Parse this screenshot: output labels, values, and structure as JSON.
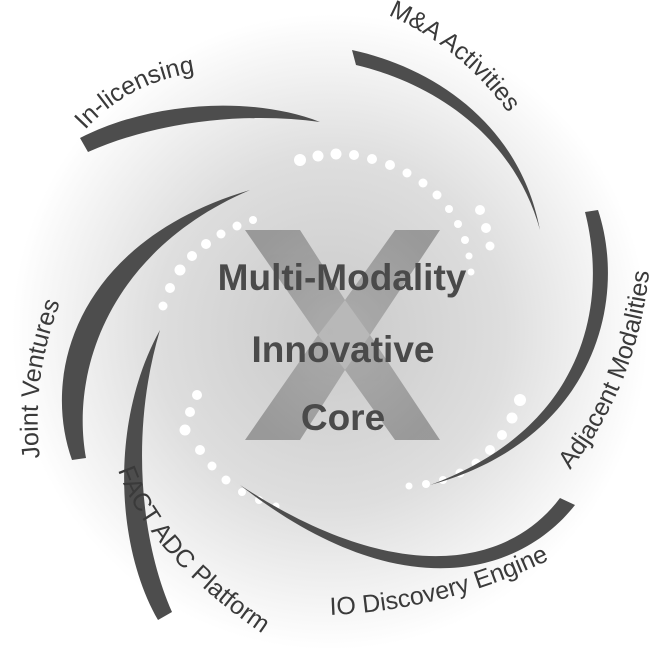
{
  "center": {
    "line1": "Multi-Modality",
    "line2": "Innovative",
    "line3": "Core"
  },
  "labels": {
    "in_licensing": "In-licensing",
    "ma_activities": "M&A Activities",
    "adjacent_modalities": "Adjacent Modalities",
    "io_discovery_engine": "IO Discovery Engine",
    "fact_adc_platform": "FACT ADC Platform",
    "joint_ventures": "Joint Ventures"
  },
  "colors": {
    "arm": "#4d4d4d",
    "label": "#3a3a3a",
    "center_text": "#4a4a4a",
    "emblem": "#9a9a9a",
    "halo": "#dcdcdc"
  }
}
